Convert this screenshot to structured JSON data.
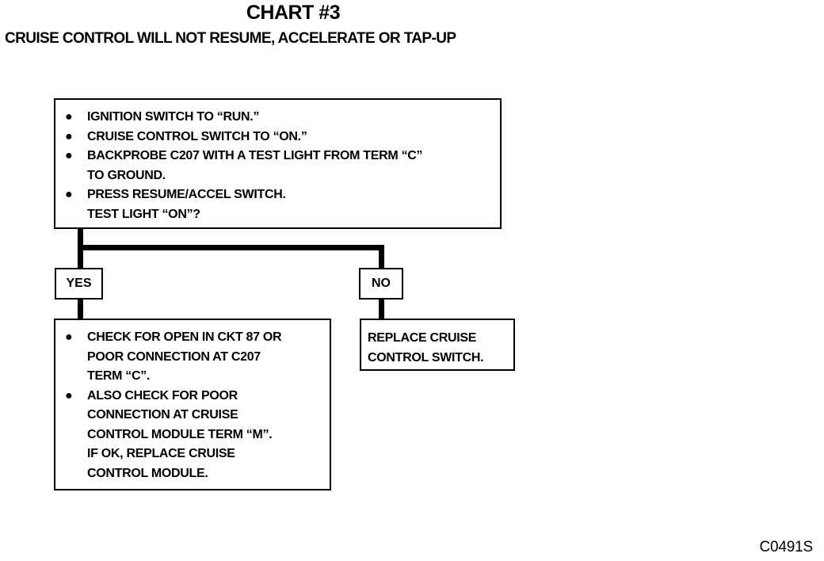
{
  "title": "CHART #3",
  "subtitle": "CRUISE CONTROL WILL NOT RESUME, ACCELERATE OR TAP-UP",
  "start_box": {
    "items": [
      {
        "lines": [
          "IGNITION SWITCH TO “RUN.”"
        ]
      },
      {
        "lines": [
          "CRUISE CONTROL SWITCH TO “ON.”"
        ]
      },
      {
        "lines": [
          "BACKPROBE C207 WITH A TEST LIGHT FROM TERM “C”",
          "TO GROUND."
        ]
      },
      {
        "lines": [
          "PRESS RESUME/ACCEL SWITCH.",
          "TEST LIGHT “ON”?"
        ]
      }
    ]
  },
  "yes_label": "YES",
  "no_label": "NO",
  "yes_box": {
    "items": [
      {
        "lines": [
          "CHECK FOR OPEN IN CKT 87 OR",
          "POOR CONNECTION AT C207",
          "TERM “C”."
        ]
      },
      {
        "lines": [
          "ALSO CHECK FOR POOR",
          "CONNECTION AT CRUISE",
          "CONTROL MODULE TERM “M”.",
          "IF OK, REPLACE CRUISE",
          "CONTROL MODULE."
        ]
      }
    ]
  },
  "no_box": {
    "lines": [
      "REPLACE CRUISE",
      "CONTROL SWITCH."
    ]
  },
  "figure_code": "C0491S"
}
